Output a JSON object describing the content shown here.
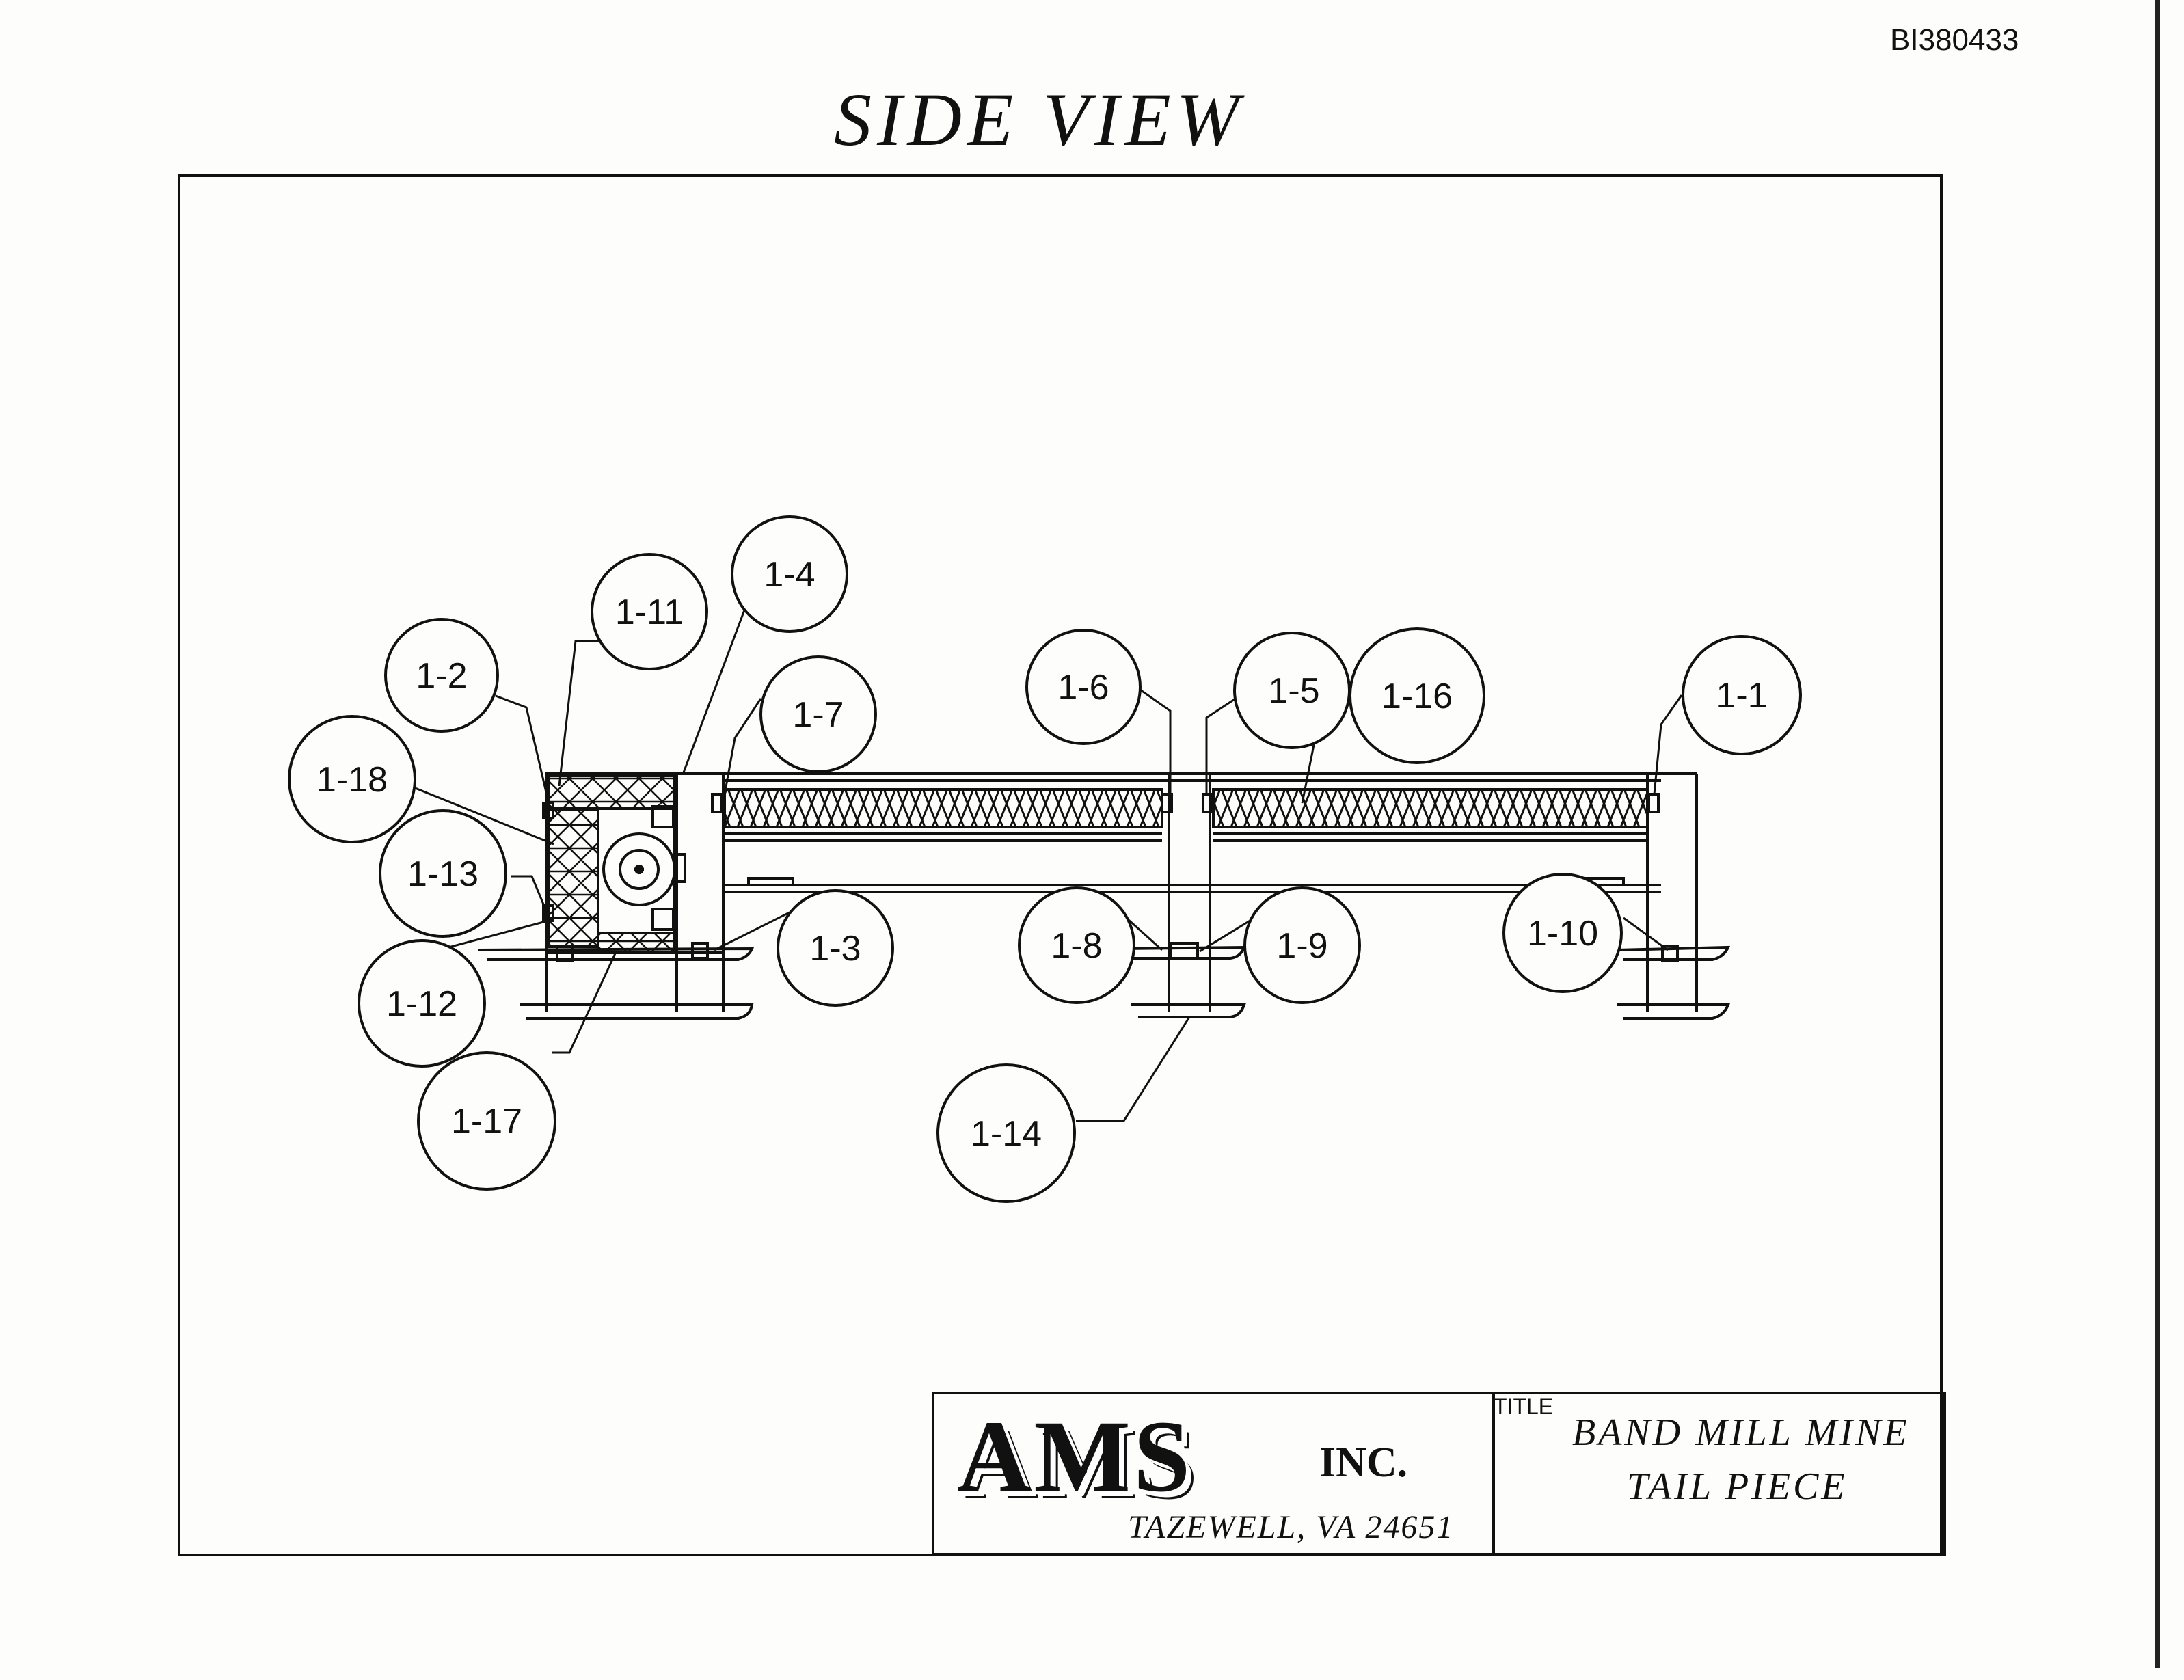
{
  "document_id": "BI380433",
  "view_title": "SIDE VIEW",
  "callouts": [
    {
      "label": "1-1"
    },
    {
      "label": "1-2"
    },
    {
      "label": "1-3"
    },
    {
      "label": "1-4"
    },
    {
      "label": "1-5"
    },
    {
      "label": "1-6"
    },
    {
      "label": "1-7"
    },
    {
      "label": "1-8"
    },
    {
      "label": "1-9"
    },
    {
      "label": "1-10"
    },
    {
      "label": "1-11"
    },
    {
      "label": "1-12"
    },
    {
      "label": "1-13"
    },
    {
      "label": "1-14"
    },
    {
      "label": "1-16"
    },
    {
      "label": "1-17"
    },
    {
      "label": "1-18"
    }
  ],
  "title_block": {
    "company": "AMS",
    "company_suffix": "INC.",
    "address": "TAZEWELL, VA 24651",
    "title_label": "TITLE",
    "title_line1": "BAND MILL MINE",
    "title_line2": "TAIL PIECE"
  }
}
